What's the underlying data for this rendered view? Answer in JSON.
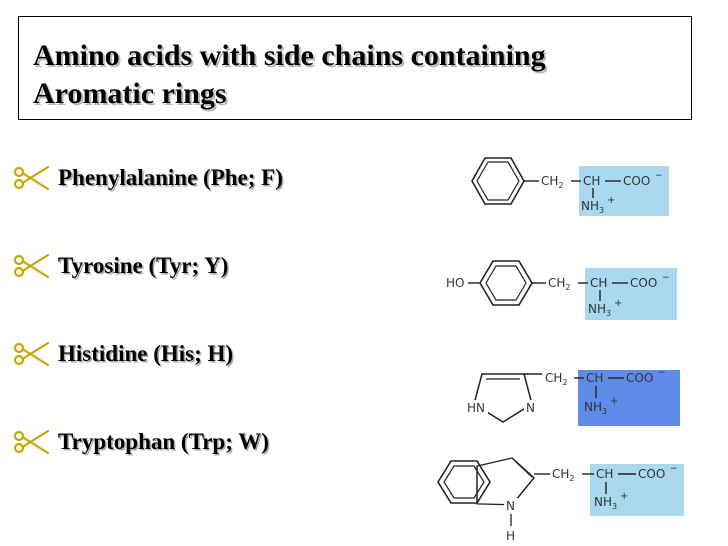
{
  "title": {
    "line1": "Amino acids with side chains containing",
    "line2": "Aromatic rings"
  },
  "bullets": [
    {
      "label": "Phenylalanine (Phe; F)"
    },
    {
      "label": "Tyrosine (Tyr; Y)"
    },
    {
      "label": "Histidine (His; H)"
    },
    {
      "label": "Tryptophan (Trp; W)"
    }
  ],
  "chem": {
    "ch2": "CH",
    "ch2_sub": "2",
    "ch": "CH",
    "coo": "COO",
    "coo_charge": "−",
    "nh3": "NH",
    "nh3_sub": "3",
    "nh3_charge": "+",
    "ho": "HO",
    "hn": "HN",
    "n": "N",
    "h": "H"
  },
  "colors": {
    "backbone_box": "#a9d8ef",
    "histidine_box": "#5f8be8",
    "bullet_icon": "#c8a800"
  }
}
